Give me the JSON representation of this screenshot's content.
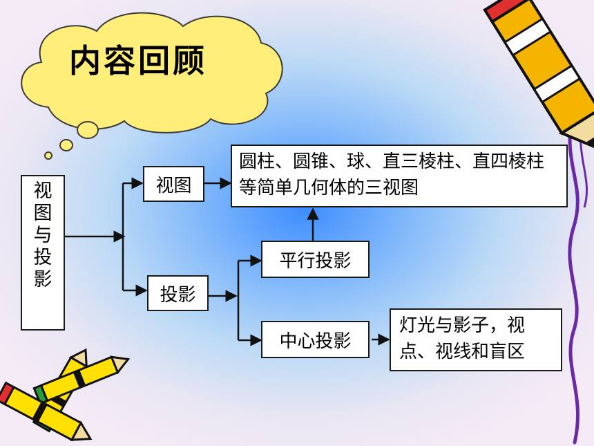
{
  "title": "内容回顾",
  "nodes": {
    "root": "视图与投影",
    "view": "视图",
    "projection": "投影",
    "parallel": "平行投影",
    "central": "中心投影",
    "view_detail": "圆柱、圆锥、球、直三棱柱、直四棱柱等简单几何体的三视图",
    "central_detail": "灯光与影子，视点、视线和盲区"
  },
  "colors": {
    "cloud": "#ffef7a",
    "box_border": "#1a1a1a",
    "connector": "#111111",
    "background_center": "#3d8cff",
    "background_edge": "#f4ebf7"
  },
  "decorations": [
    "pencil-icon",
    "pencil-icon",
    "pencil-icon",
    "thought-cloud"
  ]
}
